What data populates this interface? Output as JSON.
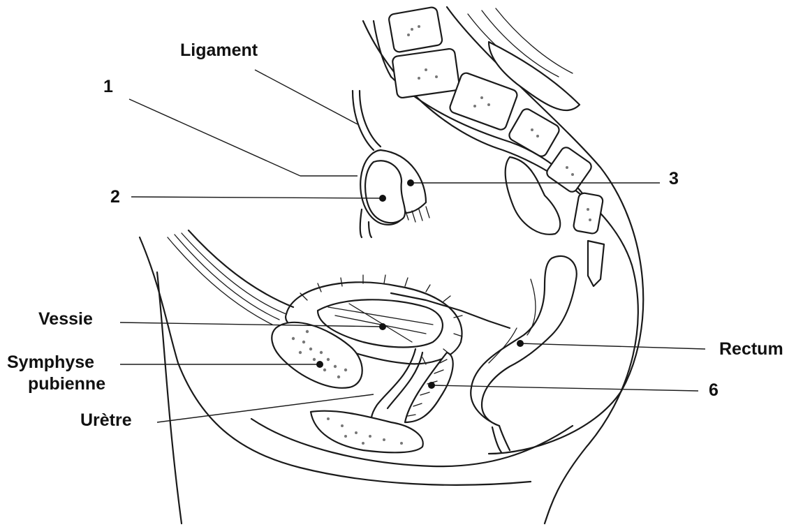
{
  "labels": {
    "ligament": "Ligament",
    "n1": "1",
    "n2": "2",
    "n3": "3",
    "vessie": "Vessie",
    "symphyse_line1": "Symphyse",
    "symphyse_line2": "pubienne",
    "uretre": "Urètre",
    "rectum": "Rectum",
    "n6": "6"
  }
}
